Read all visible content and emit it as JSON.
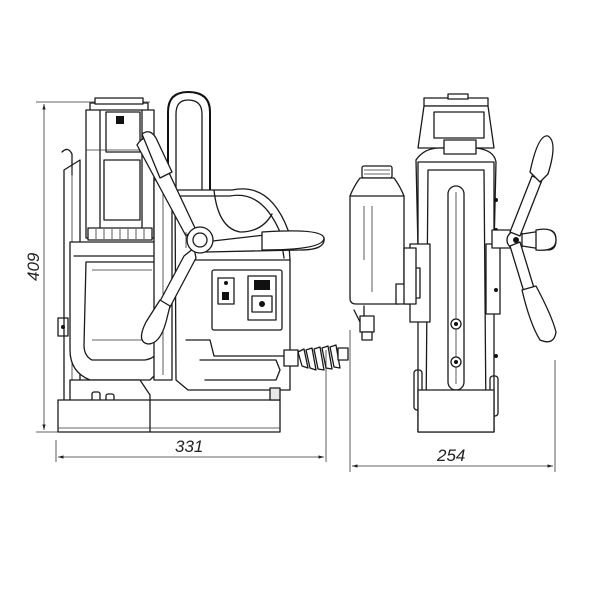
{
  "dimensions": {
    "height": "409",
    "width_side": "331",
    "width_front": "254"
  }
}
